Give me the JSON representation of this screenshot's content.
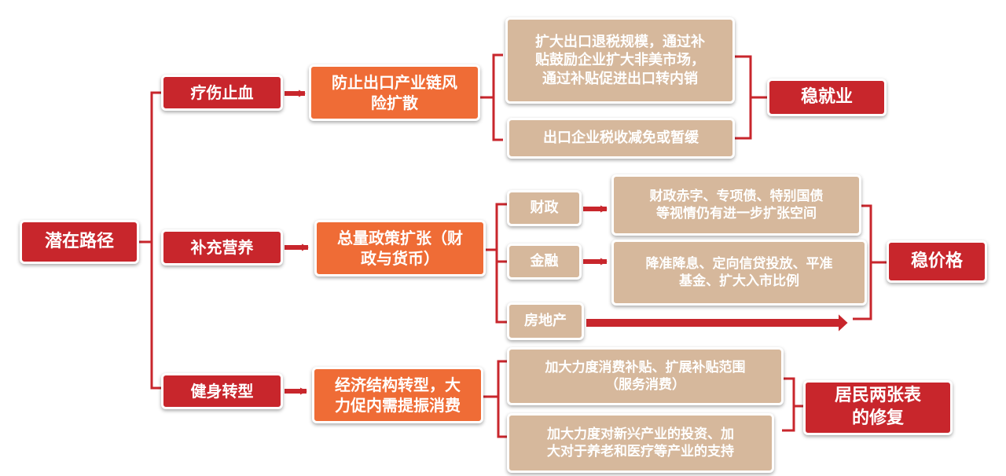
{
  "root": "潜在路径",
  "paths": [
    {
      "label": "疗伤止血",
      "policy": "防止出口产业链风\n险扩散"
    },
    {
      "label": "补充营养",
      "policy": "总量政策扩张（财\n政与货币）"
    },
    {
      "label": "健身转型",
      "policy": "经济结构转型，大\n力促内需提振消费"
    }
  ],
  "measures": {
    "export_subsidy": "扩大出口退税规模，通过补\n贴鼓励企业扩大非美市场，\n通过补贴促进出口转内销",
    "export_tax": "出口企业税收减免或暂缓",
    "fiscal_label": "财政",
    "fiscal_measure": "财政赤字、专项债、特别国债\n等视情仍有进一步扩张空间",
    "finance_label": "金融",
    "finance_measure": "降准降息、定向信贷投放、平准\n基金、扩大入市比例",
    "property_label": "房地产",
    "consumption_subsidy": "加大力度消费补贴、扩展补贴范围\n（服务消费）",
    "industry_investment": "加大力度对新兴产业的投资、加\n大对于养老和医疗等产业的支持"
  },
  "goals": [
    "稳就业",
    "稳价格",
    "居民两张表\n的修复"
  ],
  "colors": {
    "red": "#c8262c",
    "orange": "#ef6c36",
    "tan": "#d6b89c",
    "line": "#c8262c"
  }
}
